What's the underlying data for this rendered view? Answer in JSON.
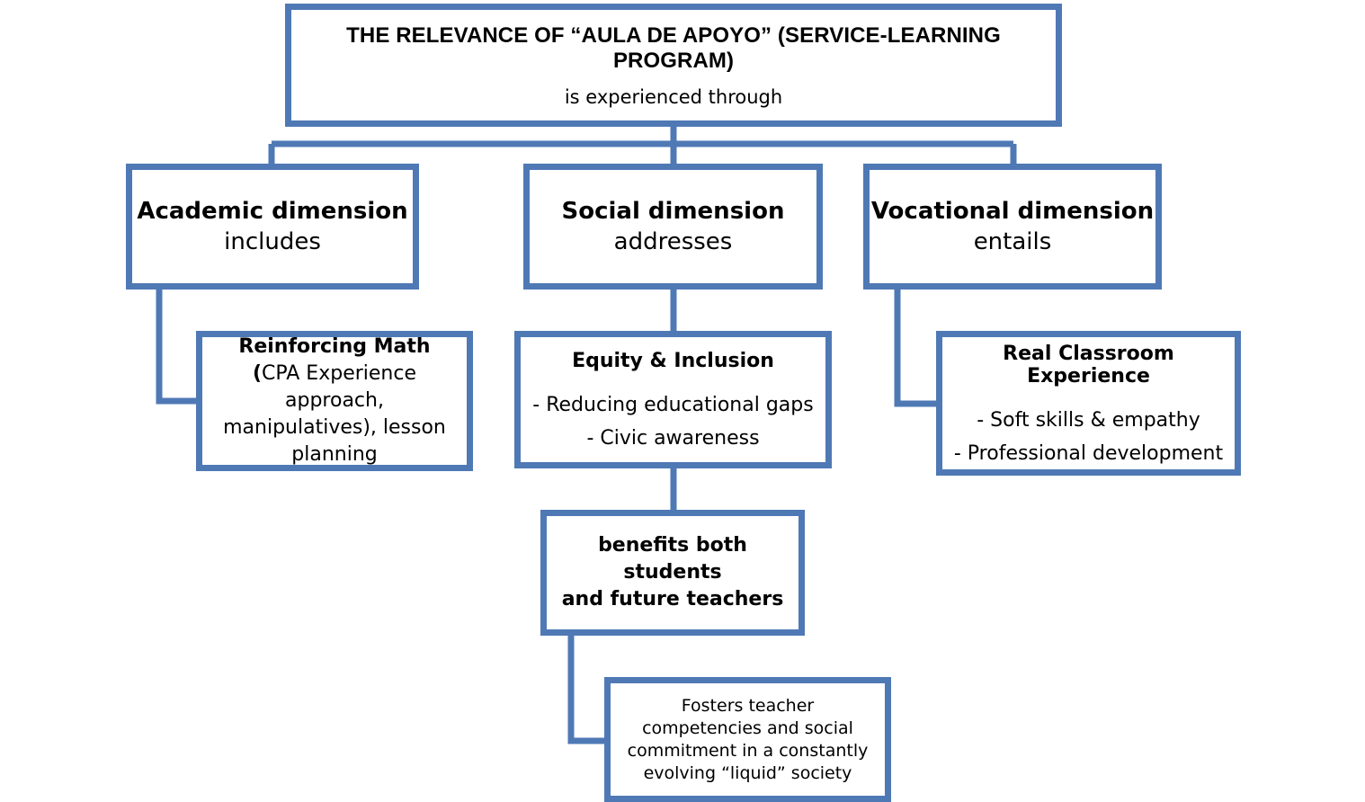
{
  "colors": {
    "border": "#4f79b5",
    "text": "#000000",
    "background": "#ffffff"
  },
  "title": {
    "line1": "THE RELEVANCE OF “AULA DE APOYO” (SERVICE-LEARNING PROGRAM)",
    "line2": "is experienced through"
  },
  "dimensions": {
    "academic": {
      "name": "Academic dimension",
      "verb": "includes"
    },
    "social": {
      "name": "Social dimension",
      "verb": "addresses"
    },
    "vocational": {
      "name": "Vocational dimension",
      "verb": "entails"
    }
  },
  "academic_detail": {
    "bold": "Reinforcing Math (",
    "rest": "CPA Experience approach, manipulatives), lesson planning"
  },
  "social_detail": {
    "heading": "Equity & Inclusion",
    "items": [
      "- Reducing educational gaps",
      "- Civic awareness"
    ]
  },
  "vocational_detail": {
    "heading": "Real Classroom Experience",
    "items": [
      "- Soft  skills & empathy",
      "- Professional development"
    ]
  },
  "benefits": {
    "line1": "benefits both students",
    "line2": "and future teachers"
  },
  "fosters": {
    "text": "Fosters teacher competencies and social commitment  in a constantly evolving “liquid” society"
  }
}
